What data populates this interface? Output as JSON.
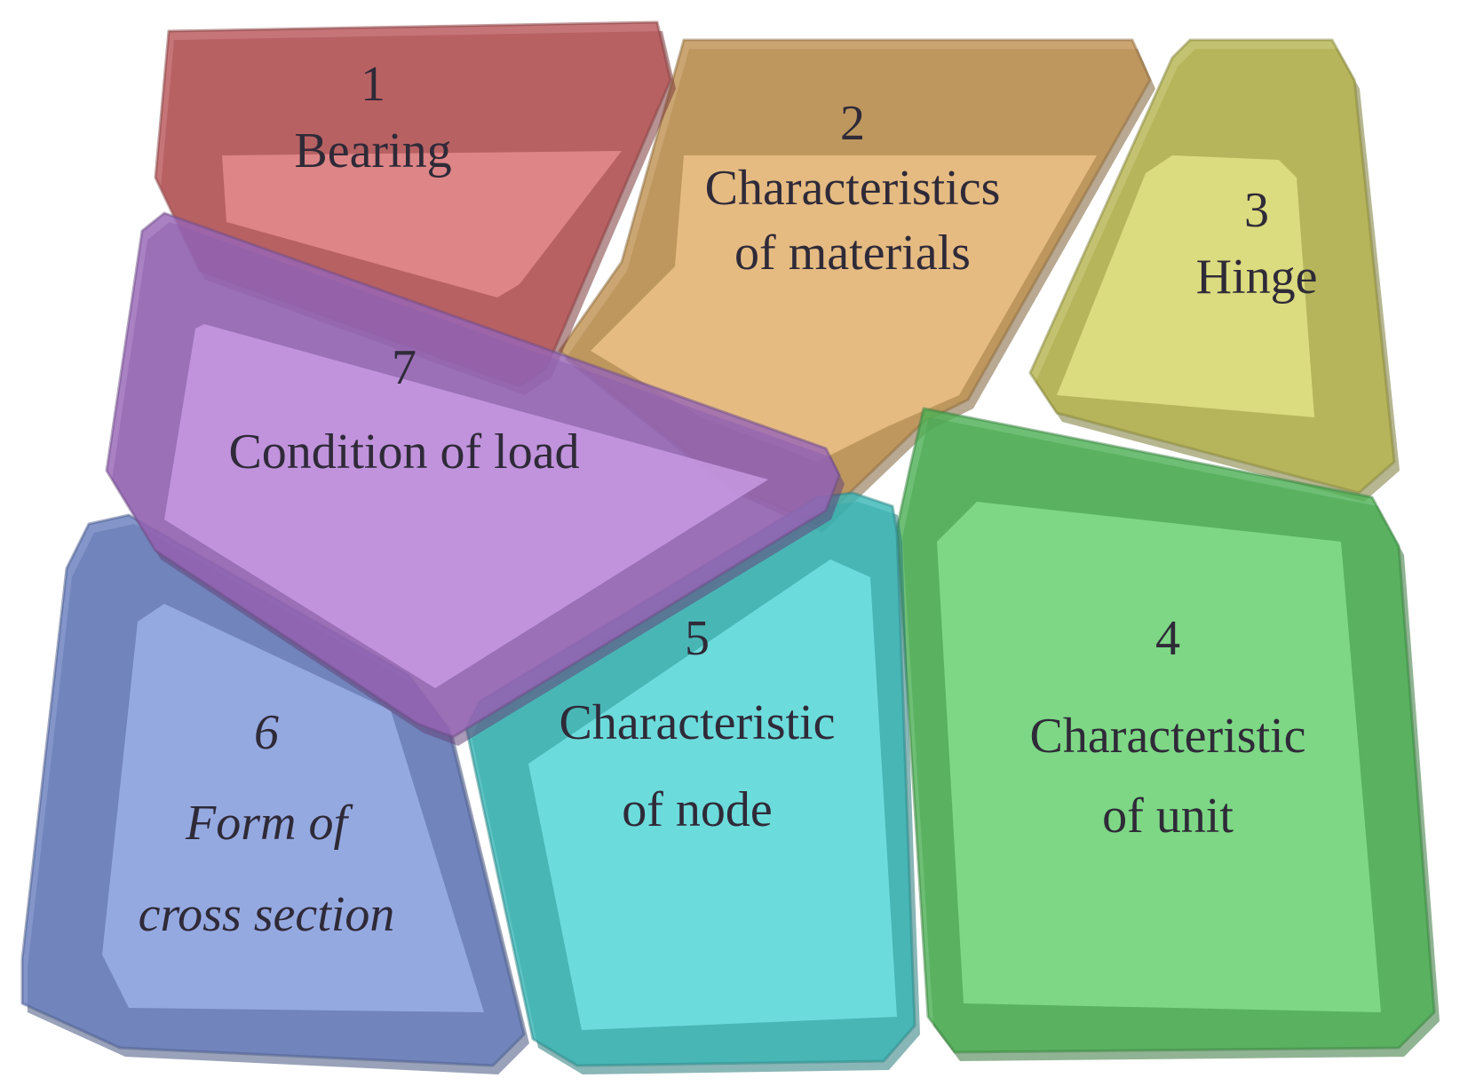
{
  "blocks": [
    {
      "id": "bearing",
      "number": "1",
      "lines": [
        "Bearing"
      ],
      "color": "#e06a6c"
    },
    {
      "id": "materials",
      "number": "2",
      "lines": [
        "Characteristics",
        "of materials"
      ],
      "color": "#e9b266"
    },
    {
      "id": "hinge",
      "number": "3",
      "lines": [
        "Hinge"
      ],
      "color": "#dedd62"
    },
    {
      "id": "unit",
      "number": "4",
      "lines": [
        "Characteristic",
        "of unit"
      ],
      "color": "#5fd86a"
    },
    {
      "id": "node",
      "number": "5",
      "lines": [
        "Characteristic",
        "of node"
      ],
      "color": "#48dede"
    },
    {
      "id": "cross-section",
      "number": "6",
      "lines": [
        "Form of",
        "cross section"
      ],
      "color": "#7f9ae6"
    },
    {
      "id": "load",
      "number": "7",
      "lines": [
        "Condition of load"
      ],
      "color": "#b87ddf"
    }
  ]
}
